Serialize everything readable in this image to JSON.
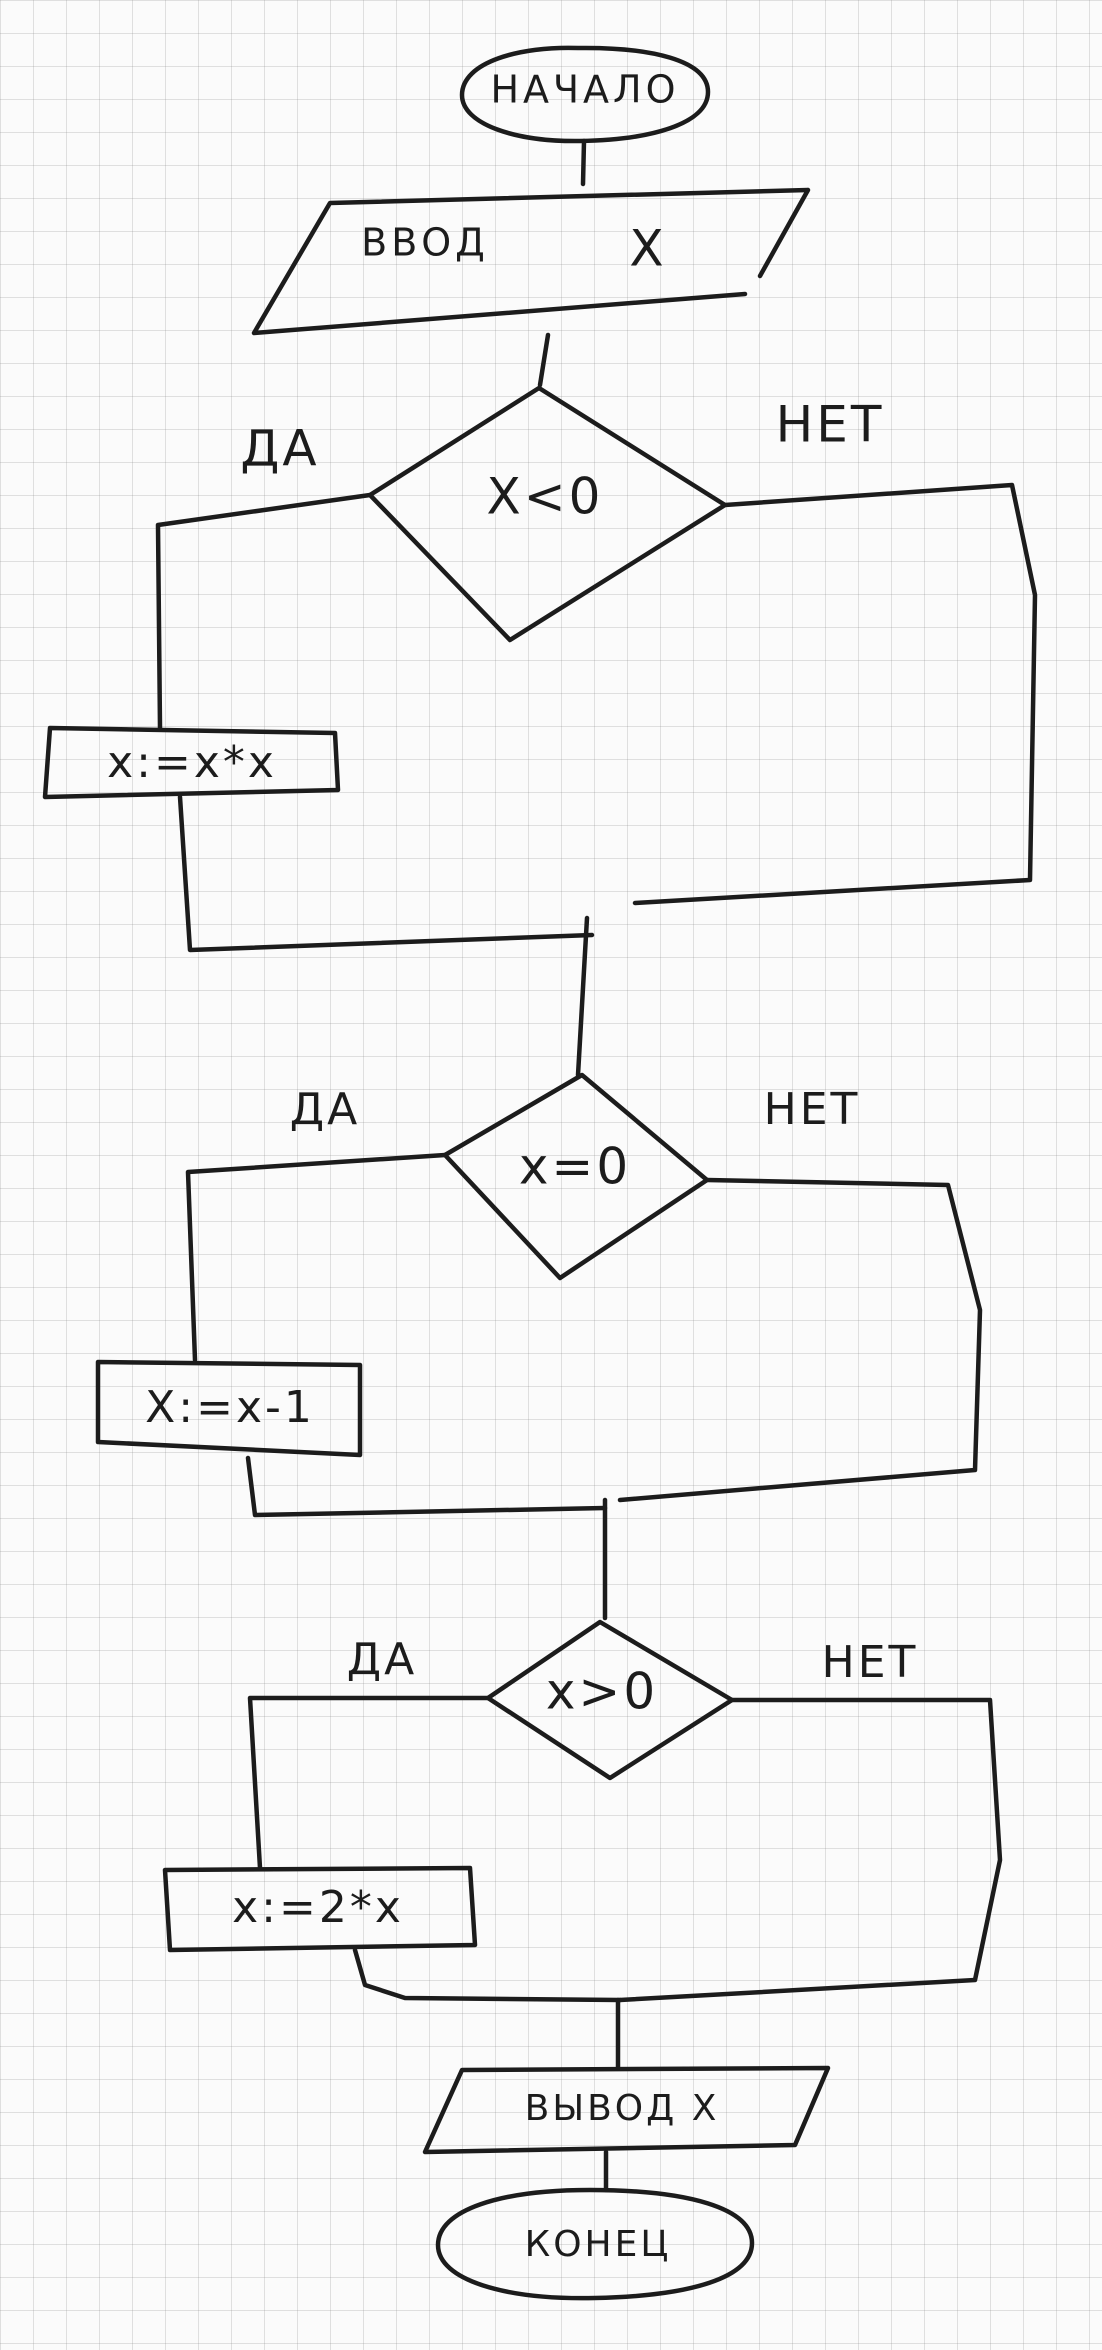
{
  "flowchart": {
    "start": "НАЧАЛО",
    "input": {
      "label": "ВВОД",
      "variable": "X"
    },
    "decision1": {
      "condition": "X<0",
      "yes": "ДА",
      "no": "НЕТ",
      "action": "x:=x*x"
    },
    "decision2": {
      "condition": "x=0",
      "yes": "ДА",
      "no": "НЕТ",
      "action": "X:=x-1"
    },
    "decision3": {
      "condition": "x>0",
      "yes": "ДА",
      "no": "НЕТ",
      "action": "x:=2*x"
    },
    "output": "ВЫВОД X",
    "end": "КОНЕЦ"
  },
  "colors": {
    "ink": "#1c1c1c",
    "paper": "#fbfbfb",
    "grid": "#969696"
  }
}
